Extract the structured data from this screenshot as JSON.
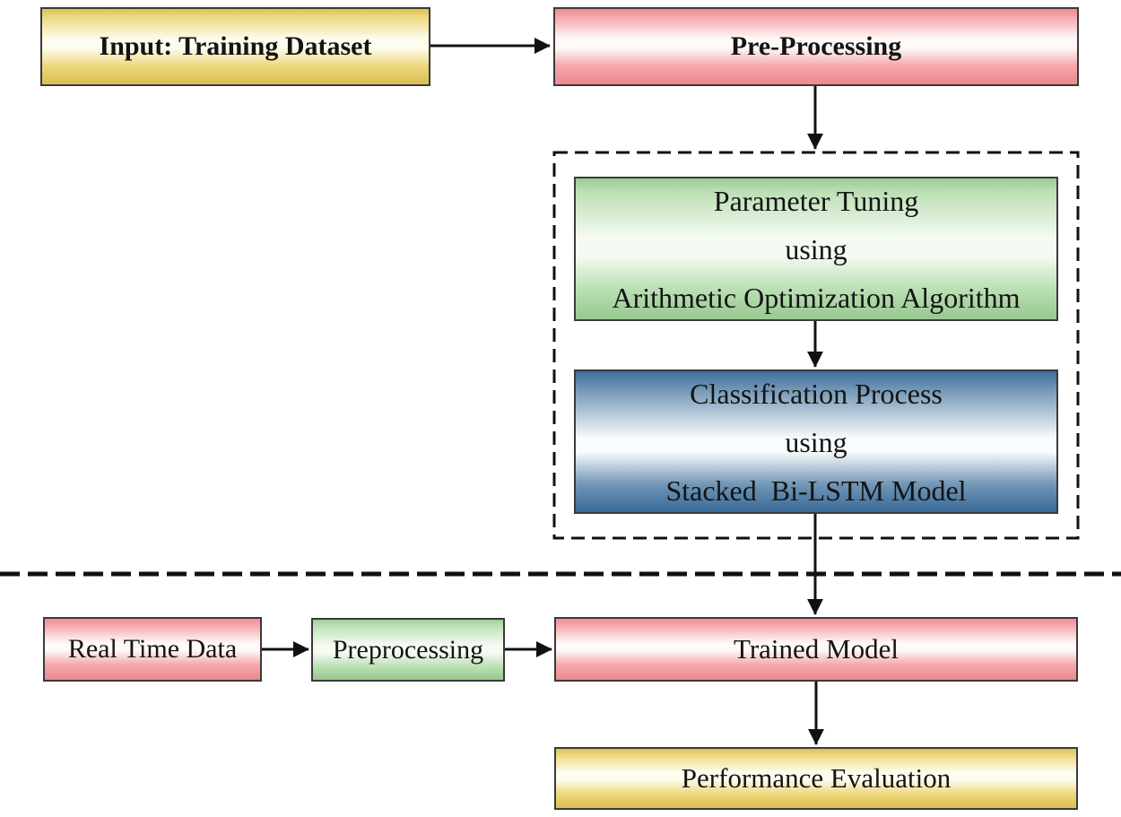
{
  "palette": {
    "yellow_edge": "#DCC155",
    "yellow_mid": "#EDD87E",
    "yellow_light": "#FEFCEE",
    "pink_edge": "#EC8C93",
    "pink_mid": "#F4A6AB",
    "pink_light": "#FFF9F8",
    "green_edge": "#9CCB94",
    "green_mid": "#BCE0B5",
    "green_light": "#F5FAF2",
    "blue_edge": "#3E6E9B",
    "blue_mid": "#7397B6",
    "blue_light": "#FAFCFD",
    "box_border": "#3A3A3A",
    "line_color": "#111111"
  },
  "flowchart": {
    "training_phase": {
      "input_label": "Input: Training Dataset",
      "preprocessing_label": "Pre-Processing",
      "parameter_tuning_label": "Parameter Tuning\nusing\nArithmetic Optimization Algorithm",
      "classification_label": "Classification Process\nusing\nStacked  Bi-LSTM Model"
    },
    "testing_phase": {
      "realtime_label": "Real Time Data",
      "preprocessing_label": "Preprocessing",
      "trained_model_label": "Trained Model",
      "evaluation_label": "Performance Evaluation"
    },
    "edges": [
      {
        "from": "Input: Training Dataset",
        "to": "Pre-Processing"
      },
      {
        "from": "Pre-Processing",
        "to": "Parameter Tuning using Arithmetic Optimization Algorithm"
      },
      {
        "from": "Parameter Tuning using Arithmetic Optimization Algorithm",
        "to": "Classification Process using Stacked Bi-LSTM Model"
      },
      {
        "from": "Classification Process using Stacked Bi-LSTM Model",
        "to": "Trained Model"
      },
      {
        "from": "Real Time Data",
        "to": "Preprocessing"
      },
      {
        "from": "Preprocessing",
        "to": "Trained Model"
      },
      {
        "from": "Trained Model",
        "to": "Performance Evaluation"
      }
    ]
  }
}
